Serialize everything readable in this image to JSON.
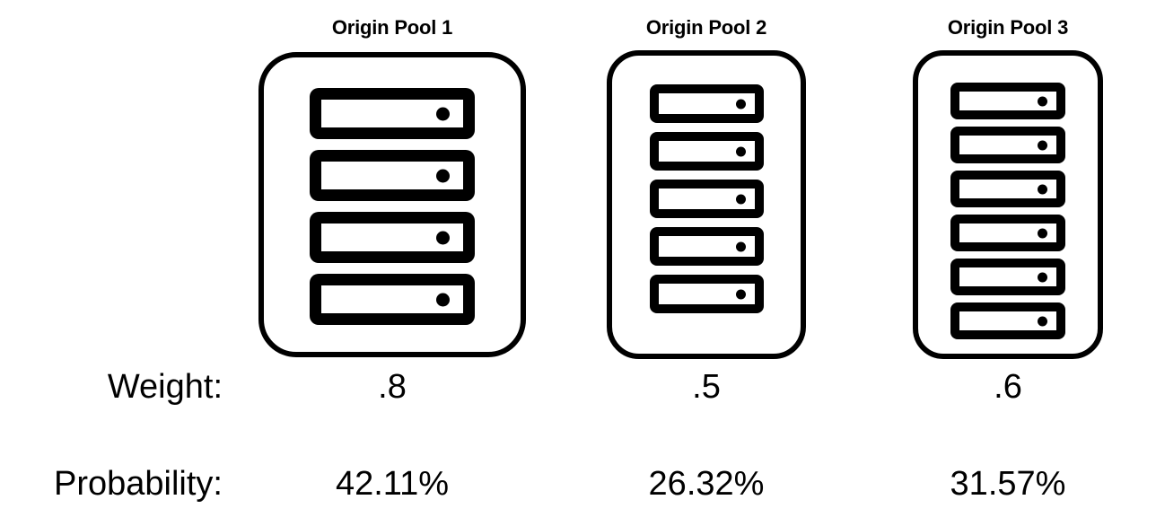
{
  "diagram": {
    "title_row": {
      "weight_label": "Weight:",
      "probability_label": "Probability:"
    },
    "accent_color": "#000000",
    "background_color": "#ffffff"
  },
  "pools": [
    {
      "title": "Origin Pool 1",
      "server_count": 4,
      "weight": ".8",
      "probability": "42.11%",
      "server_icon": "server-rack-icon"
    },
    {
      "title": "Origin Pool 2",
      "server_count": 5,
      "weight": ".5",
      "probability": "26.32%",
      "server_icon": "server-rack-icon"
    },
    {
      "title": "Origin Pool 3",
      "server_count": 6,
      "weight": ".6",
      "probability": "31.57%",
      "server_icon": "server-rack-icon"
    }
  ]
}
